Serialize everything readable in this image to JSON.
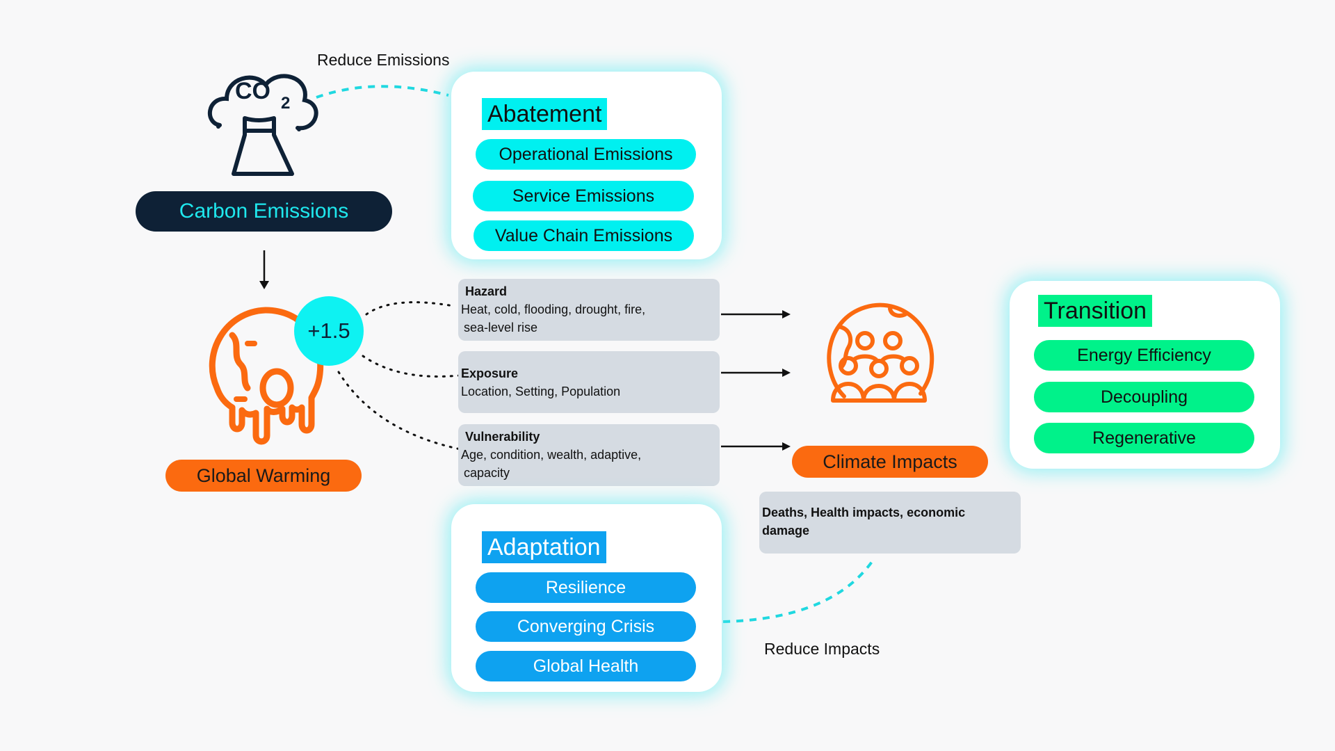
{
  "labels": {
    "reduce_emissions": "Reduce Emissions",
    "reduce_impacts": "Reduce Impacts",
    "co2_icon_text": "CO",
    "co2_icon_sub": "2"
  },
  "carbon_emissions": {
    "label": "Carbon Emissions"
  },
  "global_warming": {
    "label": "Global Warming",
    "badge": "+1.5"
  },
  "abatement": {
    "title": "Abatement",
    "items": [
      "Operational Emissions",
      "Service Emissions",
      "Value Chain Emissions"
    ]
  },
  "risk_factors": [
    {
      "heading": "Hazard",
      "line1": "Heat, cold, flooding, drought, fire,",
      "line2": "sea-level rise"
    },
    {
      "heading": "Exposure",
      "line1": "Location, Setting, Population",
      "line2": ""
    },
    {
      "heading": "Vulnerability",
      "line1": "Age, condition, wealth, adaptive,",
      "line2": "capacity"
    }
  ],
  "climate_impacts": {
    "label": "Climate Impacts",
    "description_line1": "Deaths, Health impacts, economic",
    "description_line2": "damage"
  },
  "transition": {
    "title": "Transition",
    "items": [
      "Energy Efficiency",
      "Decoupling",
      "Regenerative"
    ]
  },
  "adaptation": {
    "title": "Adaptation",
    "items": [
      "Resilience",
      "Converging Crisis",
      "Global Health"
    ]
  },
  "colors": {
    "cyan": "#00f0f0",
    "dark_navy": "#0e2136",
    "orange": "#fb6a10",
    "green": "#00f28a",
    "blue": "#0ea2f0",
    "gray_box": "#d5dbe2"
  }
}
